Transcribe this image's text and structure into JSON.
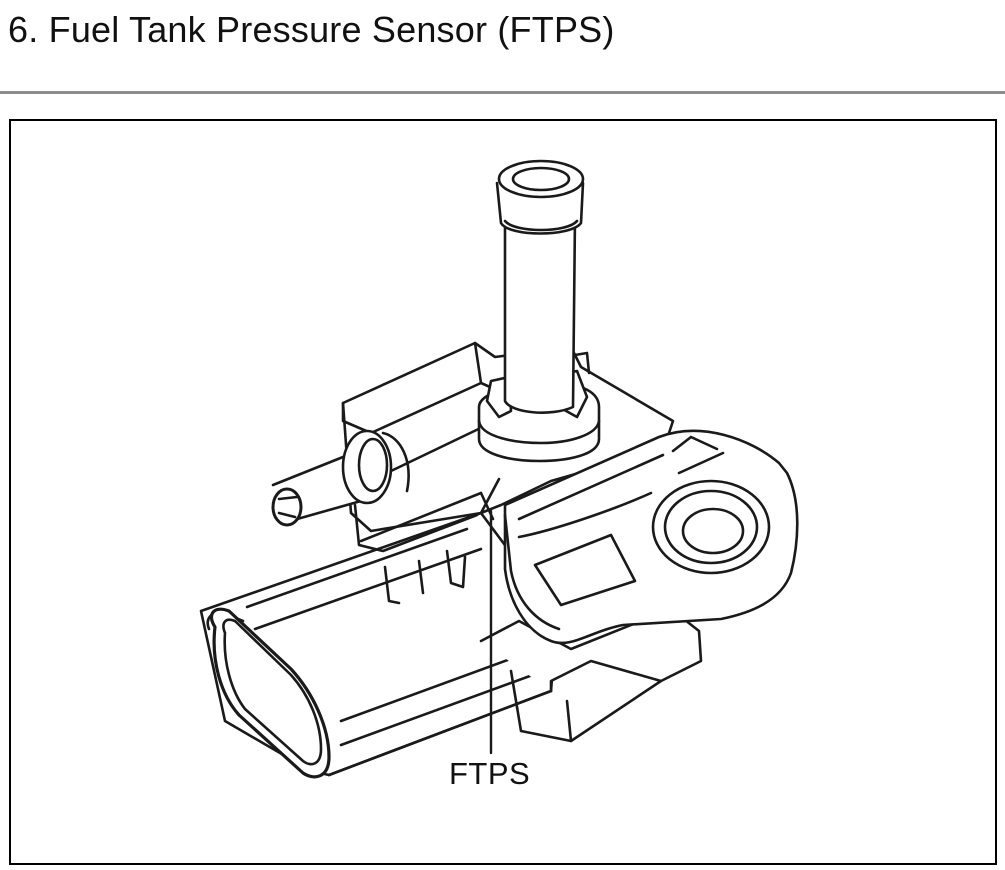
{
  "section": {
    "title": "6. Fuel Tank Pressure Sensor (FTPS)"
  },
  "figure": {
    "callout_label": "FTPS"
  },
  "colors": {
    "line": "#1a1a1a",
    "rule": "#8c8c8c",
    "frame": "#000000"
  },
  "icons": [
    "fuel-tank-pressure-sensor-illustration"
  ]
}
